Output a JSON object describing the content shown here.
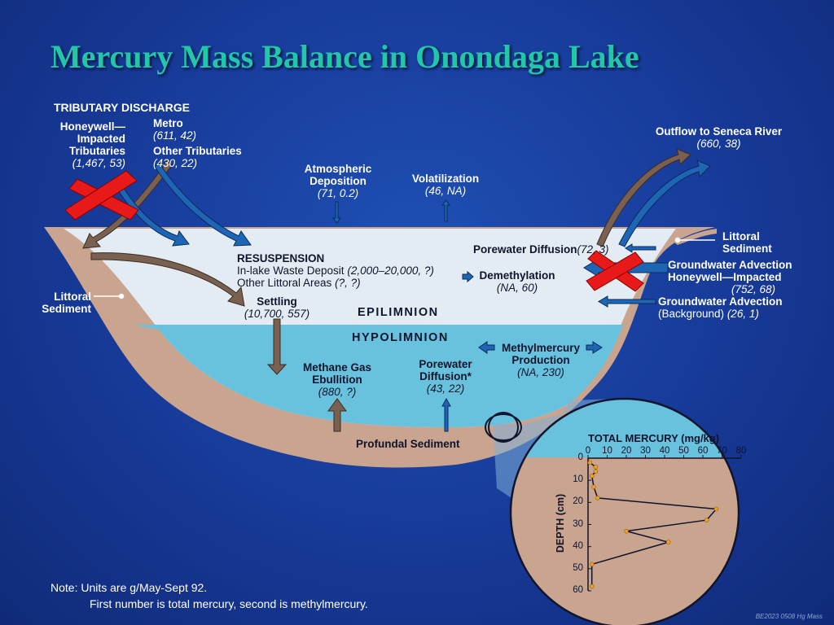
{
  "title": "Mercury Mass Balance in Onondaga Lake",
  "labels": {
    "tributary_discharge": "TRIBUTARY DISCHARGE",
    "honeywell_name": [
      "Honeywell—",
      "Impacted",
      "Tributaries"
    ],
    "honeywell_value": "(1,467, 53)",
    "metro_name": "Metro",
    "metro_value": "(611, 42)",
    "other_trib_name": "Other Tributaries",
    "other_trib_value": "(430, 22)",
    "atmospheric_name": [
      "Atmospheric",
      "Deposition"
    ],
    "atmospheric_value": "(71, 0.2)",
    "volatilization_name": "Volatilization",
    "volatilization_value": "(46, NA)",
    "outflow_name": "Outflow to Seneca River",
    "outflow_value": "(660, 38)",
    "littoral_right": [
      "Littoral",
      "Sediment"
    ],
    "littoral_left": [
      "Littoral",
      "Sediment"
    ],
    "porewater_top_name": "Porewater Diffusion",
    "porewater_top_value": "(72, 3)",
    "gw_honeywell_name": [
      "Groundwater Advection",
      "Honeywell—Impacted"
    ],
    "gw_honeywell_value": "(752, 68)",
    "gw_background_name": "Groundwater Advection",
    "gw_background_sub": "(Background)",
    "gw_background_value": "(26, 1)",
    "resuspension": "RESUSPENSION",
    "inlake_name": "In-lake Waste Deposit",
    "inlake_value": "(2,000–20,000, ?)",
    "other_littoral_name": "Other Littoral Areas",
    "other_littoral_value": "(?, ?)",
    "demethylation_name": "Demethylation",
    "demethylation_value": "(NA, 60)",
    "settling_name": "Settling",
    "settling_value": "(10,700, 557)",
    "epilimnion": "EPILIMNION",
    "hypolimnion": "HYPOLIMNION",
    "methylmercury_name": [
      "Methylmercury",
      "Production"
    ],
    "methylmercury_value": "(NA, 230)",
    "methane_name": [
      "Methane Gas",
      "Ebullition"
    ],
    "methane_value": "(880, ?)",
    "porewater_bottom_name": [
      "Porewater",
      "Diffusion*"
    ],
    "porewater_bottom_value": "(43, 22)",
    "profundal": "Profundal Sediment"
  },
  "note": {
    "line1": "Note:  Units are g/May-Sept 92.",
    "line2": "First number is total mercury, second is methylmercury."
  },
  "footer": "BE2023 0508 Hg Mass",
  "colors": {
    "background": "#1a43a8",
    "title": "#21c7a8",
    "sediment": "#c9a48f",
    "epilimnion": "#e4ecf3",
    "hypolimnion": "#68c2de",
    "arrow_brown": "#7a6050",
    "arrow_blue": "#1e66b4",
    "cross": "#e81919"
  },
  "chart_data": {
    "type": "line",
    "title": "TOTAL MERCURY (mg/kg)",
    "xlabel": "TOTAL MERCURY (mg/kg)",
    "ylabel": "DEPTH (cm)",
    "xlim": [
      0,
      80
    ],
    "ylim": [
      60,
      0
    ],
    "xticks": [
      0,
      10,
      20,
      30,
      40,
      50,
      60,
      70,
      80
    ],
    "yticks": [
      0,
      10,
      20,
      30,
      40,
      50,
      60
    ],
    "series": [
      {
        "x": [
          1,
          4,
          4,
          2,
          3,
          5,
          67,
          62,
          20,
          42,
          2,
          2
        ],
        "y": [
          2,
          4,
          6,
          8,
          13,
          18,
          23,
          28,
          33,
          38,
          48,
          58
        ]
      }
    ]
  }
}
